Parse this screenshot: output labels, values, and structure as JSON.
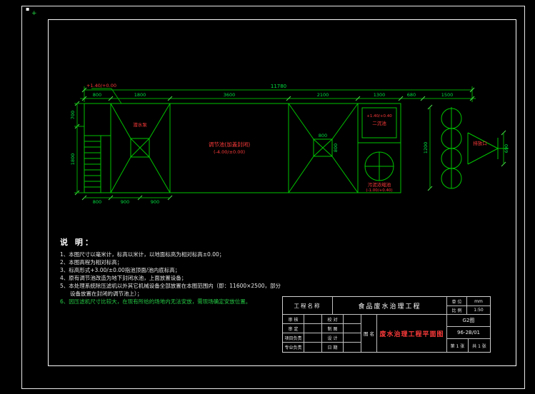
{
  "corner": {
    "mark1": "▪",
    "mark2": "+"
  },
  "drawing": {
    "dims": {
      "total_top": "11780",
      "top_segments": [
        "800",
        "1800",
        "3600",
        "2100",
        "1300",
        "680",
        "1500"
      ],
      "left_segments": [
        "700",
        "1800"
      ],
      "bottom_segments": [
        "800",
        "900",
        "900"
      ],
      "right_height": "1200",
      "outfall_height": "690",
      "pit_width": "800",
      "pit_height": "800"
    },
    "labels": {
      "elev_topleft": "+1.40/+0.00",
      "pump": "潜水泵",
      "main_tank_line1": "调节池(加盖封闭)",
      "main_tank_line2": "(-4.00/±0.00)",
      "settle_elev": "+1.40/+0.40",
      "settle_name": "二沉池",
      "thicken_name": "污泥浓缩池",
      "thicken_elev": "(-1.00/+0.40)",
      "outfall": "排放口"
    }
  },
  "notes": {
    "title": "说  明：",
    "items": [
      "1、本图尺寸以毫米计，标高以米计，以地面标高为相对标高±0.00；",
      "2、本图高程为相对标高；",
      "3、标高形式+3.00/±0.00指池顶面/池内底标高；",
      "4、原有调节池改造为地下封闭水池，上面放置设备；",
      "5、本处理系统除压滤机以外其它机械设备全部放置在本图范围内（即：11600×2500，部分设备放置在封闭的调节池上）；",
      "6、因压滤机尺寸比较大，在现有所给的场地内无法安放，需现场确定安放位置。"
    ]
  },
  "titleblock": {
    "project_label": "工程名称",
    "project_name": "食品废水治理工程",
    "unit_label": "单 位",
    "unit_value": "mm",
    "scale_label": "比 例",
    "scale_value": "1:50",
    "col_a": [
      "审 核",
      "审 定",
      "项目负责",
      "专业负责"
    ],
    "col_b": [
      "校 对",
      "制 图",
      "设 计",
      "日 期"
    ],
    "name_label": "图 名",
    "drawing_name": "废水治理工程平面图",
    "series": "G2图",
    "number": "96-2B/01",
    "sheet": "第 1 张",
    "total": "共 1 张"
  }
}
